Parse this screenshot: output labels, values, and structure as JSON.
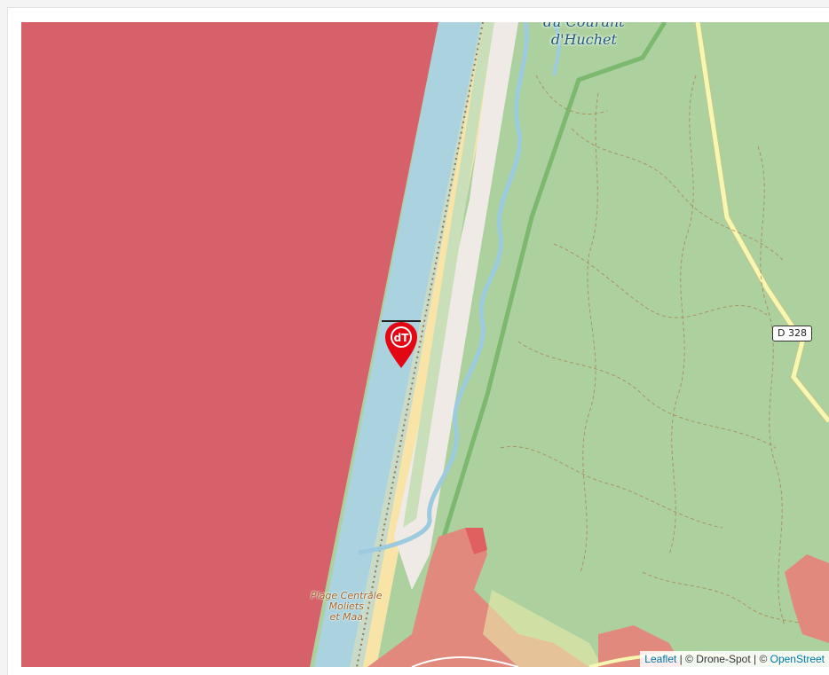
{
  "map": {
    "place_label_line1": "du Courant",
    "place_label_line2": "d'Huchet",
    "beach_label_line1": "Plage Centrale",
    "beach_label_line2": "Moliets",
    "beach_label_line3": "et Maa",
    "road_shield": "D 328",
    "marker_text": "dT",
    "colors": {
      "restricted_zone": "#d6616a",
      "sea": "#aad3df",
      "beach": "#f7e4a6",
      "forest": "#add19e",
      "river": "#9ccbe0",
      "road": "#f6f7b0"
    }
  },
  "attribution": {
    "leaflet": "Leaflet",
    "sep1": " | © Drone-Spot | © ",
    "osm": "OpenStreet"
  }
}
